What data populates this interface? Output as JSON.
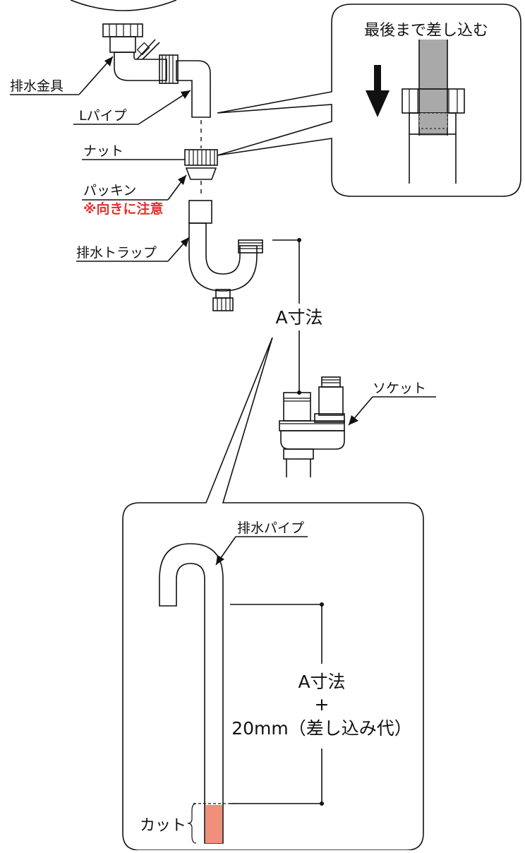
{
  "labels": {
    "drain_fitting": "排水金具",
    "l_pipe": "Lパイプ",
    "nut": "ナット",
    "packing": "パッキン",
    "packing_note": "※向きに注意",
    "drain_trap": "排水トラップ",
    "socket": "ソケット",
    "drain_pipe": "排水パイプ",
    "cut": "カット"
  },
  "callout": {
    "title": "最後まで差し込む"
  },
  "dimension": {
    "a_label": "A寸法",
    "formula_line1": "A寸法",
    "formula_line2": "+",
    "formula_line3": "20mm（差し込み代）"
  },
  "colors": {
    "outline": "#111111",
    "pipe_gray": "#a9a9a9",
    "packing_orange": "#ef8a6e",
    "cut_orange": "#f0907a",
    "note_red": "#e4322b"
  }
}
